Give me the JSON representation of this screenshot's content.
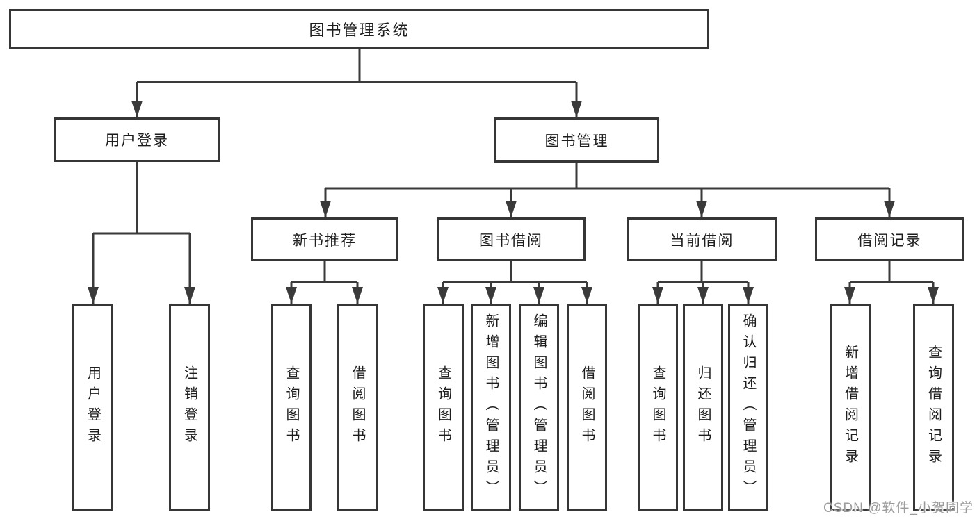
{
  "tree": {
    "label": "图书管理系统",
    "children": [
      {
        "label": "用户登录",
        "children": [
          {
            "label": "用户登录"
          },
          {
            "label": "注销登录"
          }
        ]
      },
      {
        "label": "图书管理",
        "children": [
          {
            "label": "新书推荐",
            "children": [
              {
                "label": "查询图书"
              },
              {
                "label": "借阅图书"
              }
            ]
          },
          {
            "label": "图书借阅",
            "children": [
              {
                "label": "查询图书"
              },
              {
                "label": "新增图书（管理员）"
              },
              {
                "label": "编辑图书（管理员）"
              },
              {
                "label": "借阅图书"
              }
            ]
          },
          {
            "label": "当前借阅",
            "children": [
              {
                "label": "查询图书"
              },
              {
                "label": "归还图书"
              },
              {
                "label": "确认归还（管理员）"
              }
            ]
          },
          {
            "label": "借阅记录",
            "children": [
              {
                "label": "新增借阅记录"
              },
              {
                "label": "查询借阅记录"
              }
            ]
          }
        ]
      }
    ]
  },
  "watermark": "CSDN @软件_小贺同学",
  "colors": {
    "line": "#3a3a3a",
    "border": "#363636",
    "text": "#1d1d1d",
    "watermark": "#9c9c9c",
    "background": "#ffffff"
  }
}
